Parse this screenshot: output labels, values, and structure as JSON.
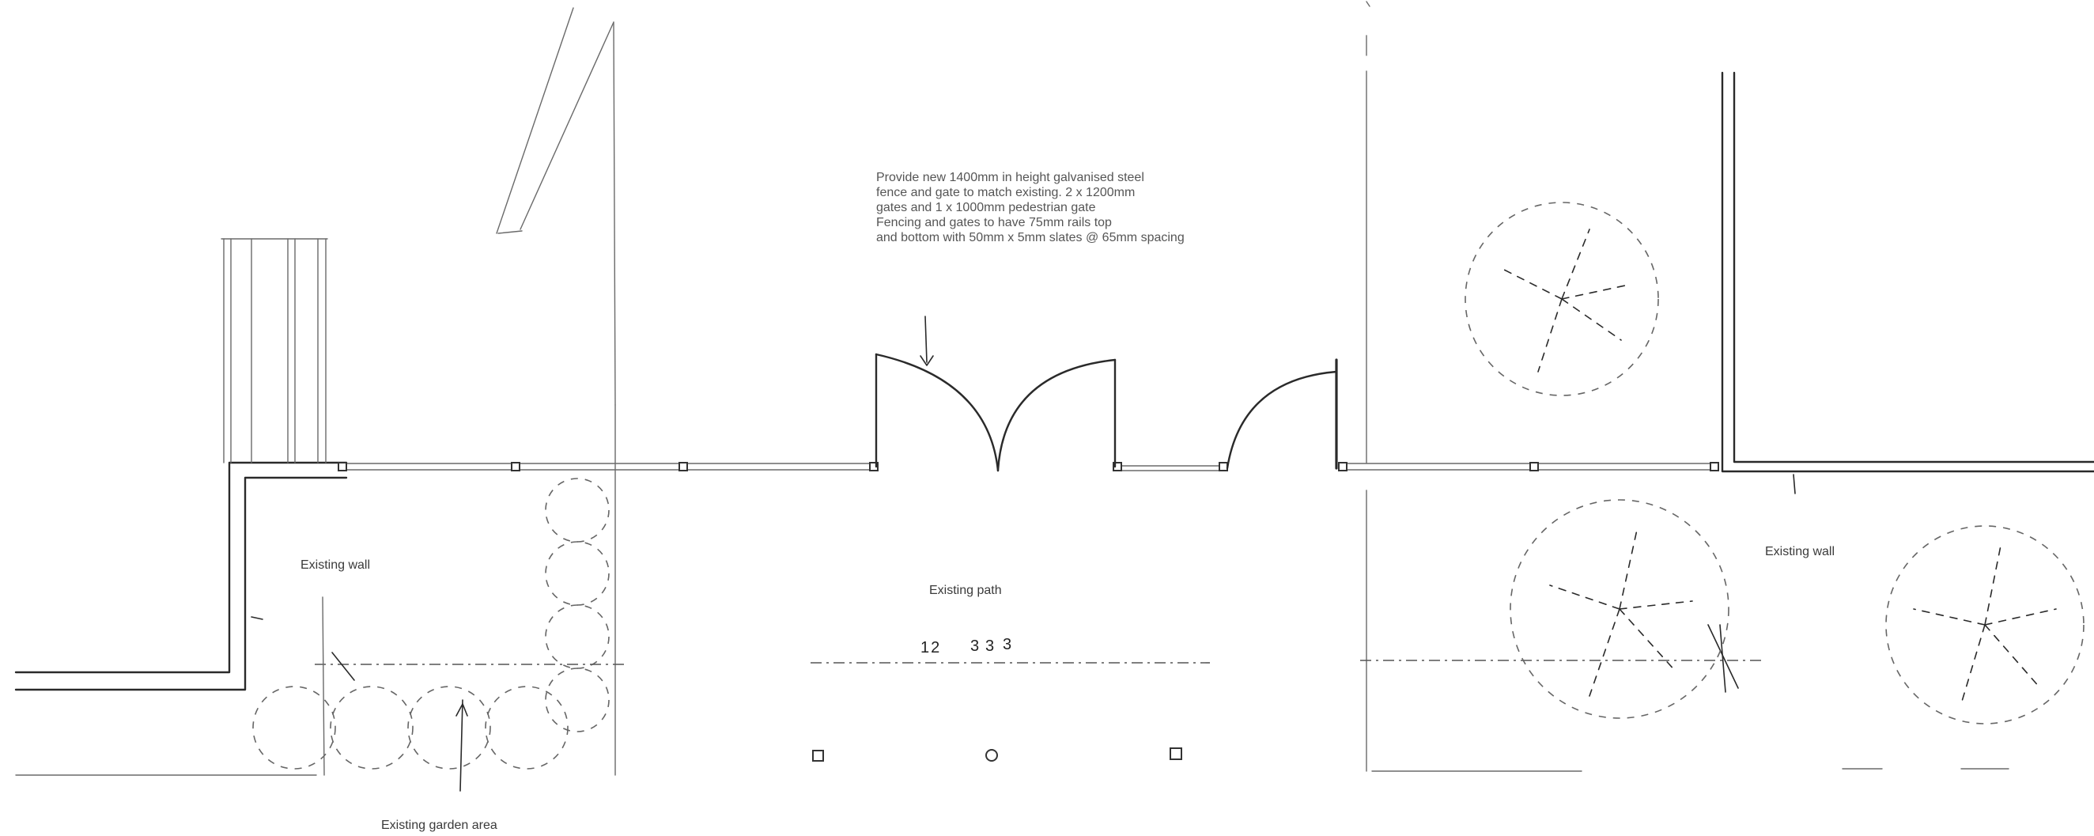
{
  "drawing": {
    "note": "Provide new 1400mm in height galvanised steel\nfence and gate to match existing. 2 x 1200mm\ngates and 1 x 1000mm pedestrian gate\nFencing and gates to have 75mm rails top\nand bottom with 50mm x 5mm slates @ 65mm spacing",
    "labels": {
      "existing_wall_left": "Existing wall",
      "existing_wall_right": "Existing wall",
      "existing_path": "Existing path",
      "existing_garden_area": "Existing garden area"
    },
    "dimension_marks": [
      "12",
      "3",
      "3",
      "3"
    ]
  }
}
